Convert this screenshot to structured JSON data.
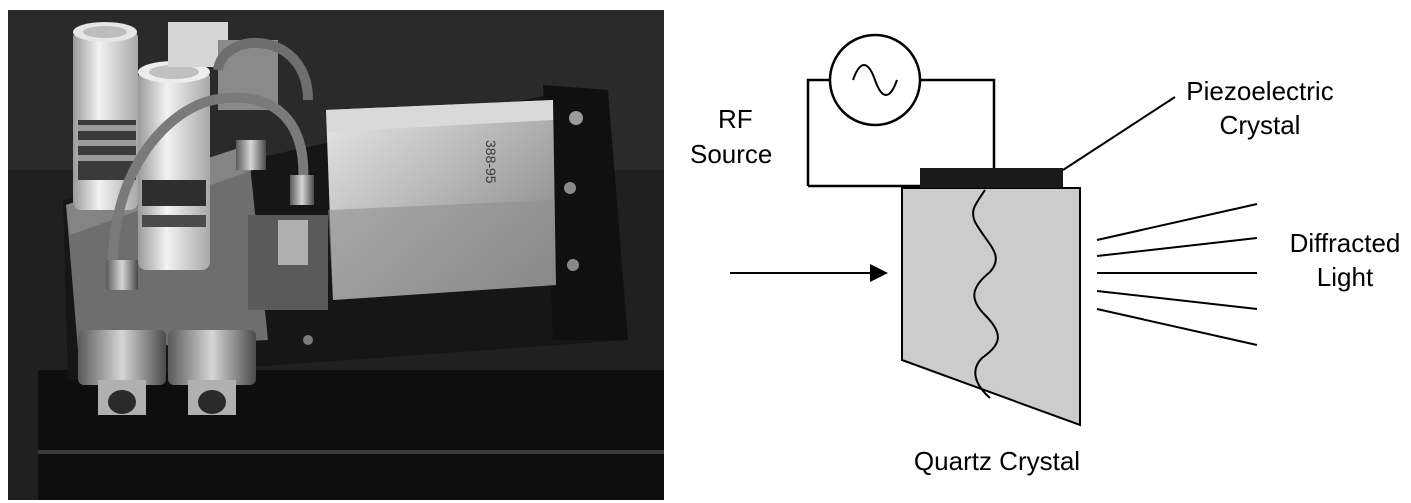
{
  "photo": {
    "subject": "photograph of acousto-optic modulator device with quartz crystal block, mounted on dark base with tubing and fittings"
  },
  "diagram": {
    "rf_label_line1": "RF",
    "rf_label_line2": "Source",
    "piezo_label_line1": "Piezoelectric",
    "piezo_label_line2": "Crystal",
    "diffracted_label_line1": "Diffracted",
    "diffracted_label_line2": "Light",
    "quartz_label": "Quartz Crystal",
    "colors": {
      "crystal_fill": "#cccccc",
      "piezo_fill": "#1a1a1a",
      "line": "#000000"
    },
    "icons": [
      "ac-source-icon",
      "incident-arrow-icon"
    ]
  }
}
